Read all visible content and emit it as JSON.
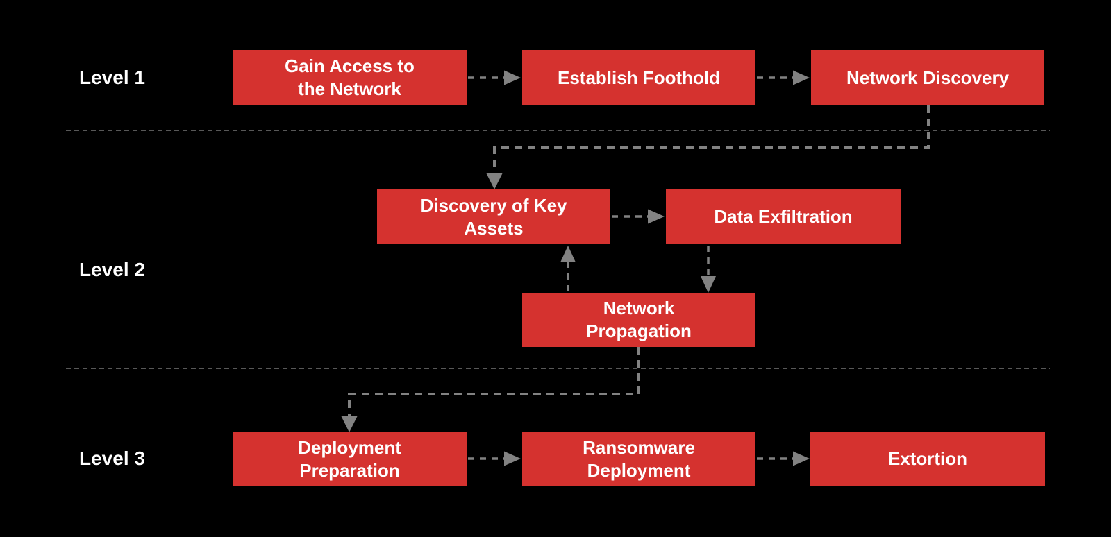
{
  "diagram_type": "flowchart",
  "colors": {
    "node_fill": "#D5322F",
    "node_text": "#FFFFFF",
    "connector": "#828282",
    "divider": "#8A8A8A",
    "background": "#000000",
    "label_text": "#FFFFFF"
  },
  "levels": [
    {
      "label": "Level 1"
    },
    {
      "label": "Level 2"
    },
    {
      "label": "Level 3"
    }
  ],
  "nodes": [
    {
      "id": "gain-access",
      "level": 1,
      "label": "Gain Access to\nthe Network"
    },
    {
      "id": "establish-foothold",
      "level": 1,
      "label": "Establish Foothold"
    },
    {
      "id": "network-discovery",
      "level": 1,
      "label": "Network Discovery"
    },
    {
      "id": "discovery-of-key-assets",
      "level": 2,
      "label": "Discovery of Key\nAssets"
    },
    {
      "id": "data-exfiltration",
      "level": 2,
      "label": "Data Exfiltration"
    },
    {
      "id": "network-propagation",
      "level": 2,
      "label": "Network\nPropagation"
    },
    {
      "id": "deployment-preparation",
      "level": 3,
      "label": "Deployment\nPreparation"
    },
    {
      "id": "ransomware-deployment",
      "level": 3,
      "label": "Ransomware\nDeployment"
    },
    {
      "id": "extortion",
      "level": 3,
      "label": "Extortion"
    }
  ],
  "edges": [
    {
      "from": "gain-access",
      "to": "establish-foothold"
    },
    {
      "from": "establish-foothold",
      "to": "network-discovery"
    },
    {
      "from": "network-discovery",
      "to": "discovery-of-key-assets"
    },
    {
      "from": "discovery-of-key-assets",
      "to": "data-exfiltration"
    },
    {
      "from": "data-exfiltration",
      "to": "network-propagation"
    },
    {
      "from": "network-propagation",
      "to": "discovery-of-key-assets"
    },
    {
      "from": "network-propagation",
      "to": "deployment-preparation"
    },
    {
      "from": "deployment-preparation",
      "to": "ransomware-deployment"
    },
    {
      "from": "ransomware-deployment",
      "to": "extortion"
    }
  ]
}
